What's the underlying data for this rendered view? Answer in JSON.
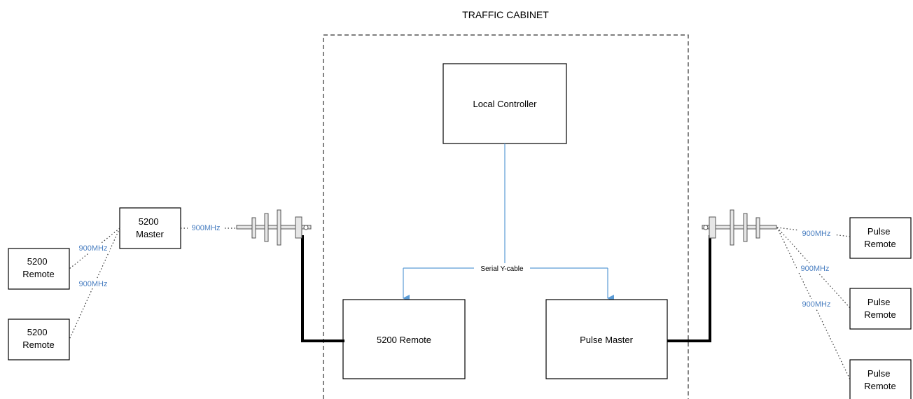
{
  "diagram": {
    "cabinet_title": "TRAFFIC CABINET",
    "nodes": {
      "local_controller": "Local Controller",
      "remote_5200_main": "5200 Remote",
      "pulse_master": "Pulse Master",
      "master_5200": [
        "5200",
        "Master"
      ],
      "remote_5200_a": [
        "5200",
        "Remote"
      ],
      "remote_5200_b": [
        "5200",
        "Remote"
      ],
      "pulse_remote_a": [
        "Pulse",
        "Remote"
      ],
      "pulse_remote_b": [
        "Pulse",
        "Remote"
      ],
      "pulse_remote_c": [
        "Pulse",
        "Remote"
      ]
    },
    "link_labels": {
      "serial": "Serial Y-cable",
      "freq_master_antenna": "900MHz",
      "freq_remote_a": "900MHz",
      "freq_remote_b": "900MHz",
      "freq_pulse_a": "900MHz",
      "freq_pulse_b": "900MHz",
      "freq_pulse_c": "900MHz"
    },
    "colors": {
      "serial_link": "#5b9bd5",
      "rf_label": "#4a7fc1",
      "coax_cable": "#000000"
    }
  }
}
